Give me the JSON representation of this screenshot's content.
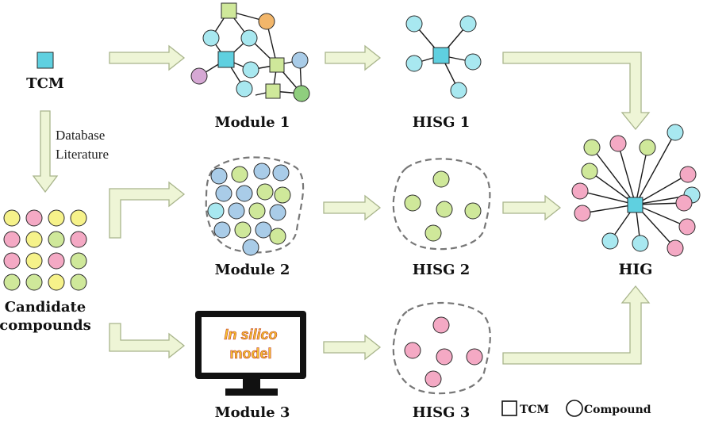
{
  "labels": {
    "tcm": "TCM",
    "database": "Database",
    "literature": "Literature",
    "candidate_line1": "Candidate",
    "candidate_line2": "compounds",
    "module1": "Module 1",
    "module2": "Module 2",
    "module3": "Module 3",
    "hisg1": "HISG 1",
    "hisg2": "HISG 2",
    "hisg3": "HISG 3",
    "hig": "HIG",
    "in_silico_line1": "In silico",
    "in_silico_line2": "model",
    "legend_tcm": "TCM",
    "legend_compound": "Compound"
  },
  "colors": {
    "cyan": "#a8e8f0",
    "green": "#cfe89a",
    "yellow": "#f6f28a",
    "pink": "#f4a9c4",
    "blue": "#a9cce8",
    "orange": "#f2b66a",
    "purple": "#d6a8d4",
    "darkgreen": "#8fce7e",
    "tcm_square": "#5fd0e0",
    "arrow_fill": "#eef5d6",
    "screen_text": "#f4c430"
  },
  "candidate_grid": [
    [
      "yellow",
      "pink",
      "yellow",
      "yellow"
    ],
    [
      "pink",
      "yellow",
      "green",
      "pink"
    ],
    [
      "pink",
      "yellow",
      "pink",
      "green"
    ],
    [
      "green",
      "green",
      "yellow",
      "green"
    ]
  ],
  "module2_nodes": [
    "blue",
    "green",
    "blue",
    "blue",
    "blue",
    "blue",
    "green",
    "green",
    "cyan",
    "blue",
    "green",
    "blue",
    "blue",
    "green",
    "blue",
    "blue",
    "green"
  ],
  "hisg2_nodes": [
    "green",
    "green",
    "green",
    "green",
    "green"
  ],
  "hisg3_nodes": [
    "pink",
    "pink",
    "pink",
    "pink",
    "pink"
  ],
  "hisg1_nodes": [
    "cyan",
    "cyan",
    "cyan",
    "cyan",
    "cyan"
  ],
  "hig_nodes": [
    "green",
    "pink",
    "green",
    "cyan",
    "green",
    "pink",
    "pink",
    "cyan",
    "pink",
    "pink",
    "cyan",
    "pink",
    "cyan",
    "pink",
    "green",
    "pink"
  ]
}
